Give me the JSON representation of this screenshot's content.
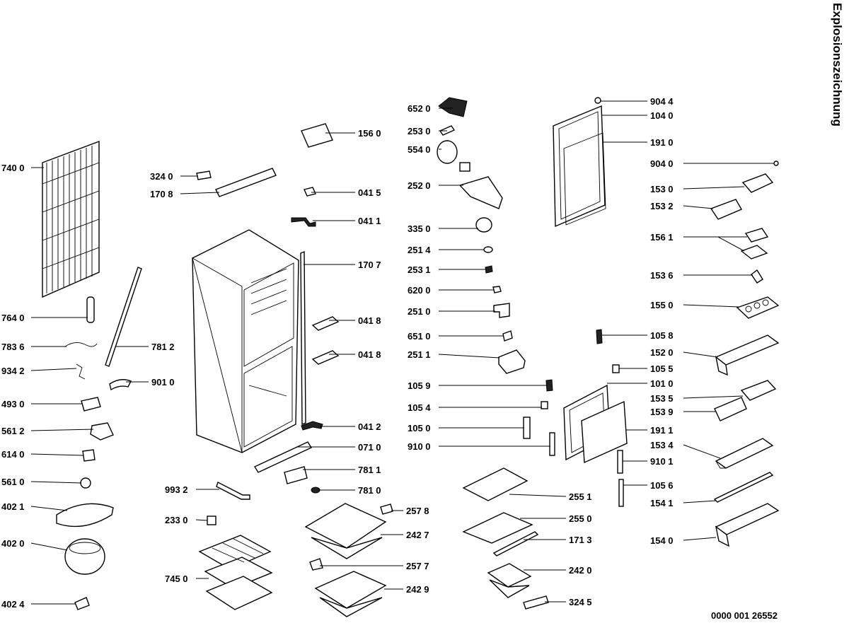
{
  "title": "Explosionszeichnung",
  "document_number": "0000 001 26552",
  "labels": {
    "l7400": "740 0",
    "l7640": "764 0",
    "l7836": "783 6",
    "l9342": "934 2",
    "l4930": "493 0",
    "l5612": "561 2",
    "l6140": "614 0",
    "l5610": "561 0",
    "l4021": "402 1",
    "l4020": "402 0",
    "l4024": "402 4",
    "l3240": "324 0",
    "l1708": "170 8",
    "l7812": "781 2",
    "l9010": "901 0",
    "l9932": "993 2",
    "l2330": "233 0",
    "l7450": "745 0",
    "l1560": "156 0",
    "l0415": "041 5",
    "l0411": "041 1",
    "l1707": "170 7",
    "l0418a": "041 8",
    "l0418b": "041 8",
    "l0412": "041 2",
    "l0710": "071 0",
    "l7811": "781 1",
    "l7810": "781 0",
    "l2578": "257 8",
    "l2427": "242 7",
    "l2577": "257 7",
    "l2429": "242 9",
    "l6520": "652 0",
    "l2530": "253 0",
    "l5540": "554 0",
    "l2520": "252 0",
    "l3350": "335 0",
    "l2514": "251 4",
    "l2531": "253 1",
    "l6200": "620 0",
    "l2510": "251 0",
    "l6510": "651 0",
    "l2511": "251 1",
    "l1059": "105 9",
    "l1054": "105 4",
    "l1050": "105 0",
    "l9100": "910 0",
    "l2551": "255 1",
    "l2550": "255 0",
    "l1713": "171 3",
    "l2420": "242 0",
    "l3245": "324 5",
    "l9044": "904 4",
    "l1040": "104 0",
    "l1910": "191 0",
    "l9040": "904 0",
    "l1530": "153 0",
    "l1532": "153 2",
    "l1561": "156 1",
    "l1536": "153 6",
    "l1550": "155 0",
    "l1058": "105 8",
    "l1520": "152 0",
    "l1055": "105 5",
    "l1010": "101 0",
    "l1535": "153 5",
    "l1539": "153 9",
    "l1911": "191 1",
    "l1534": "153 4",
    "l9101": "910 1",
    "l1056": "105 6",
    "l1541": "154 1",
    "l1540": "154 0"
  }
}
